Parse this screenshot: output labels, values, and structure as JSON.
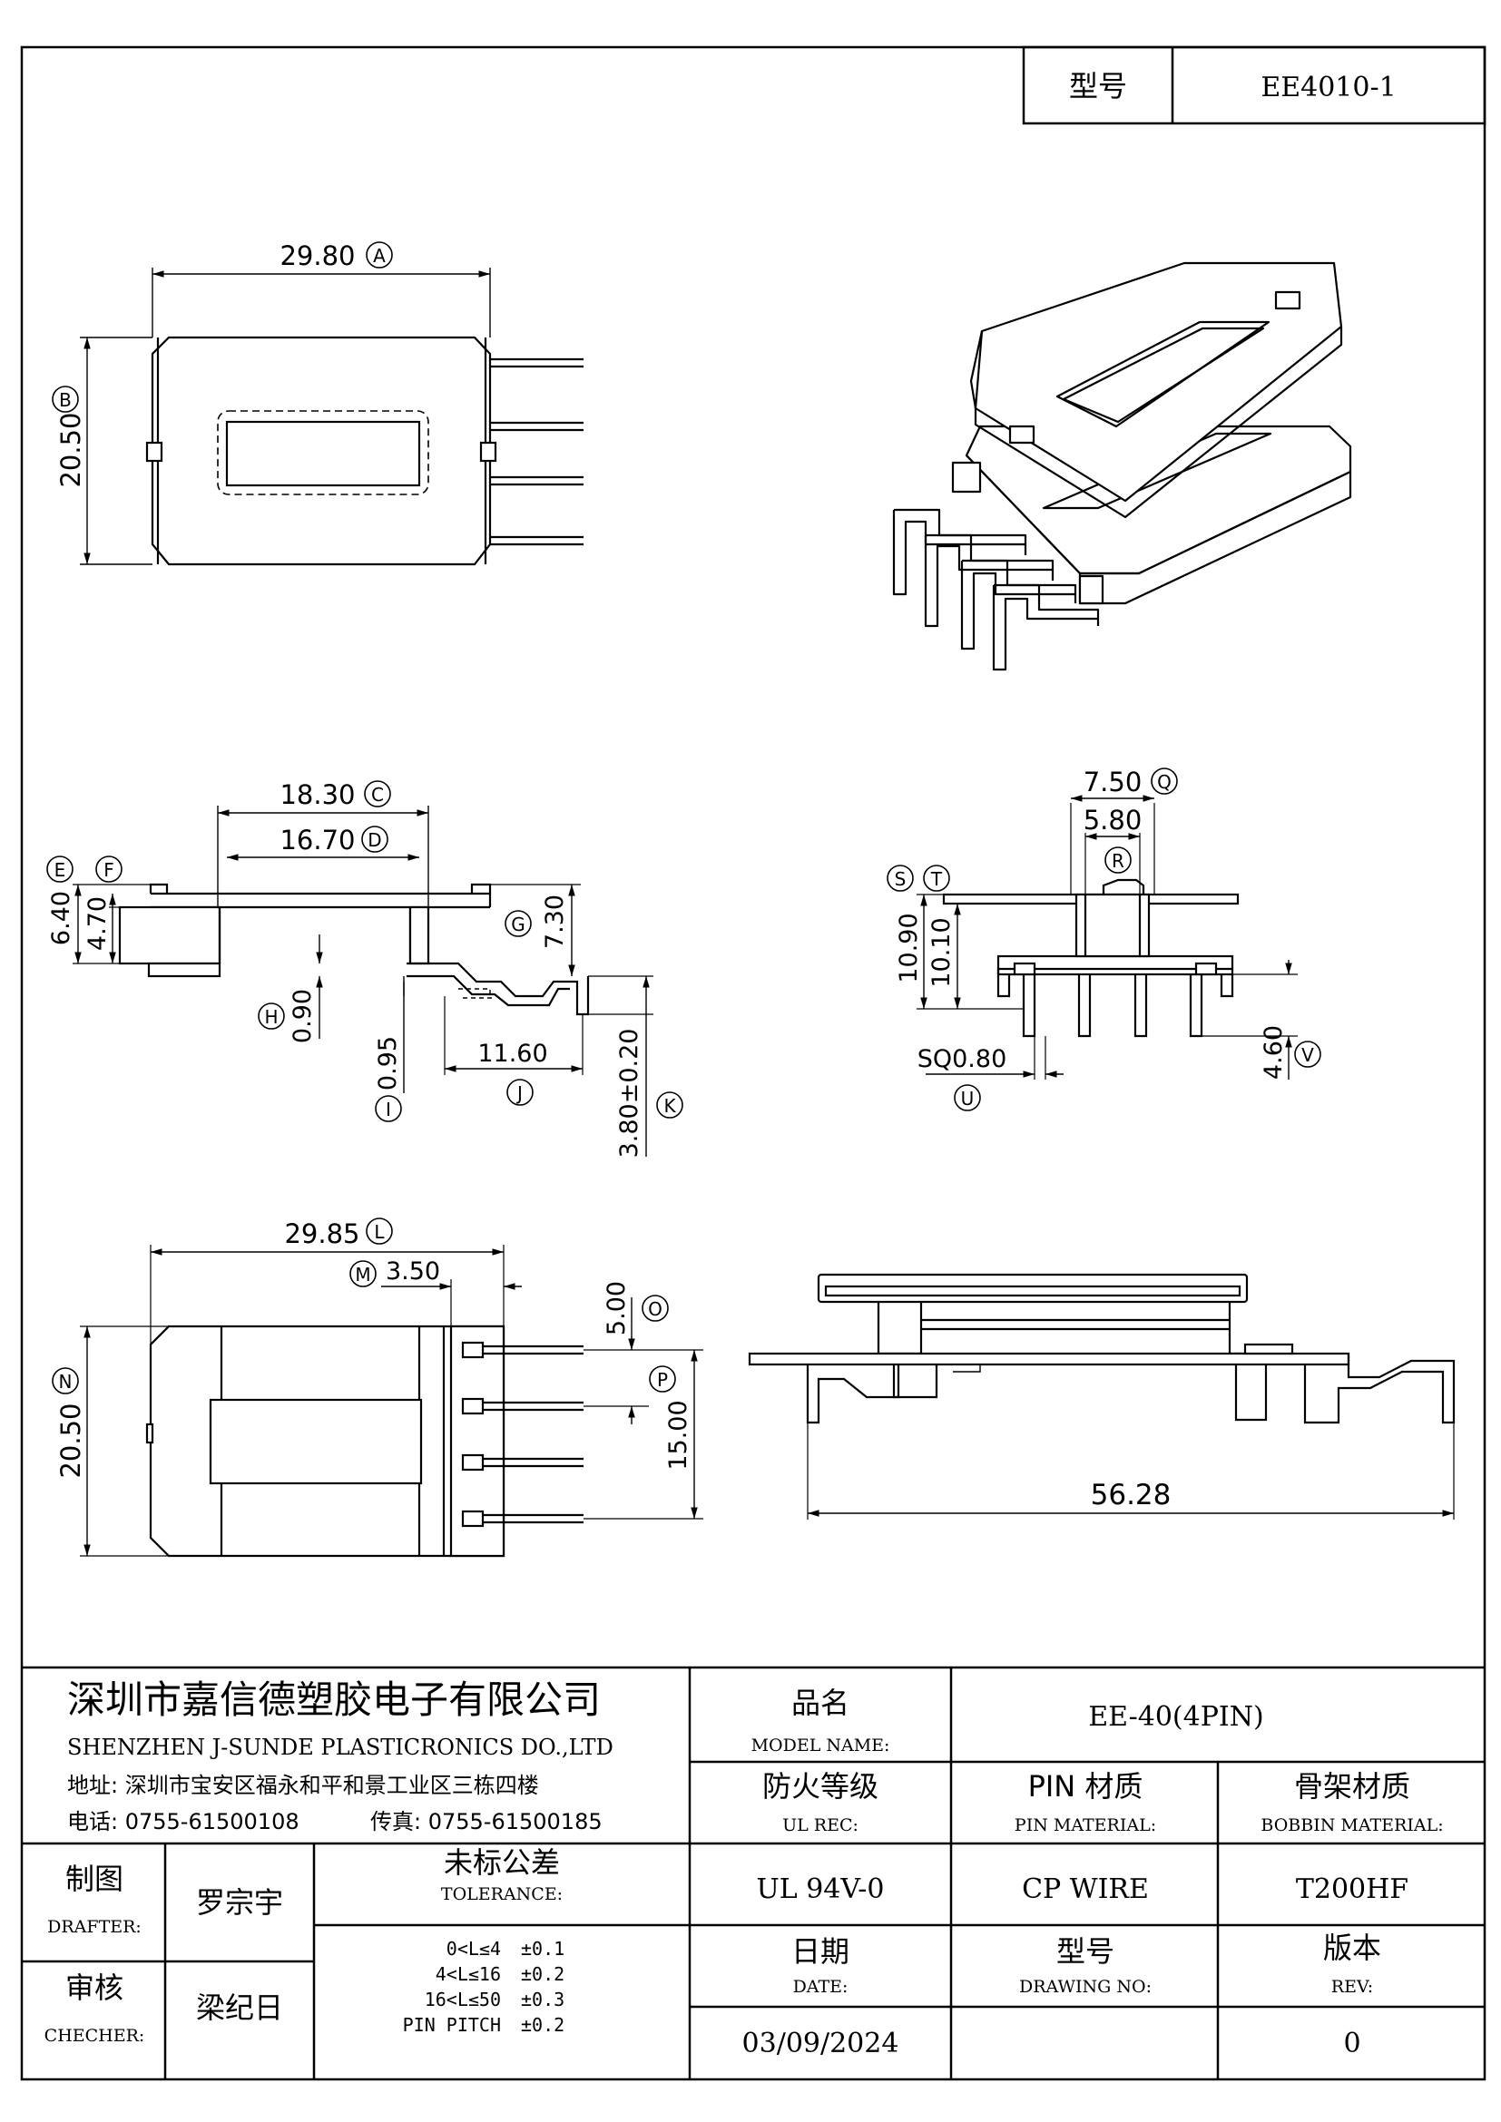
{
  "header": {
    "type_label": "型号",
    "type_value": "EE4010-1"
  },
  "dimensions": {
    "A": "29.80",
    "A_tag": "A",
    "B": "20.50",
    "B_tag": "B",
    "C": "18.30",
    "C_tag": "C",
    "D": "16.70",
    "D_tag": "D",
    "E": "6.40",
    "E_tag": "E",
    "F": "4.70",
    "F_tag": "F",
    "G": "7.30",
    "G_tag": "G",
    "H": "0.90",
    "H_tag": "H",
    "I": "0.95",
    "I_tag": "I",
    "J": "11.60",
    "J_tag": "J",
    "K": "3.80±0.20",
    "K_tag": "K",
    "L": "29.85",
    "L_tag": "L",
    "M": "3.50",
    "M_tag": "M",
    "N": "20.50",
    "N_tag": "N",
    "O": "5.00",
    "O_tag": "O",
    "P": "15.00",
    "P_tag": "P",
    "Q": "7.50",
    "Q_tag": "Q",
    "R": "5.80",
    "R_tag": "R",
    "S": "10.90",
    "S_tag": "S",
    "T": "10.10",
    "T_tag": "T",
    "U": "SQ0.80",
    "U_tag": "U",
    "V": "4.60",
    "V_tag": "V",
    "overall": "56.28"
  },
  "title_block": {
    "company_cn": "深圳市嘉信德塑胶电子有限公司",
    "company_en": "SHENZHEN J-SUNDE PLASTICRONICS DO.,LTD",
    "address": "地址: 深圳市宝安区福永和平和景工业区三栋四楼",
    "phone": "电话: 0755-61500108",
    "fax": "传真: 0755-61500185",
    "model_name_cn": "品名",
    "model_name_en": "MODEL NAME:",
    "model_name_value": "EE-40(4PIN)",
    "ul_cn": "防火等级",
    "ul_en": "UL REC:",
    "ul_value": "UL 94V-0",
    "pin_mat_cn": "PIN 材质",
    "pin_mat_en": "PIN MATERIAL:",
    "pin_mat_value": "CP WIRE",
    "bobbin_mat_cn": "骨架材质",
    "bobbin_mat_en": "BOBBIN MATERIAL:",
    "bobbin_mat_value": "T200HF",
    "drafter_cn": "制图",
    "drafter_en": "DRAFTER:",
    "drafter_name": "罗宗宇",
    "checker_cn": "审核",
    "checker_en": "CHECHER:",
    "checker_name": "梁纪日",
    "tolerance_cn": "未标公差",
    "tolerance_en": "TOLERANCE:",
    "tolerances": [
      {
        "range": "0<L≤4",
        "value": "±0.1"
      },
      {
        "range": "4<L≤16",
        "value": "±0.2"
      },
      {
        "range": "16<L≤50",
        "value": "±0.3"
      },
      {
        "range": "PIN PITCH",
        "value": "±0.2"
      }
    ],
    "date_cn": "日期",
    "date_en": "DATE:",
    "date_value": "03/09/2024",
    "drawing_no_cn": "型号",
    "drawing_no_en": "DRAWING NO:",
    "drawing_no_value": "",
    "rev_cn": "版本",
    "rev_en": "REV:",
    "rev_value": "0"
  }
}
